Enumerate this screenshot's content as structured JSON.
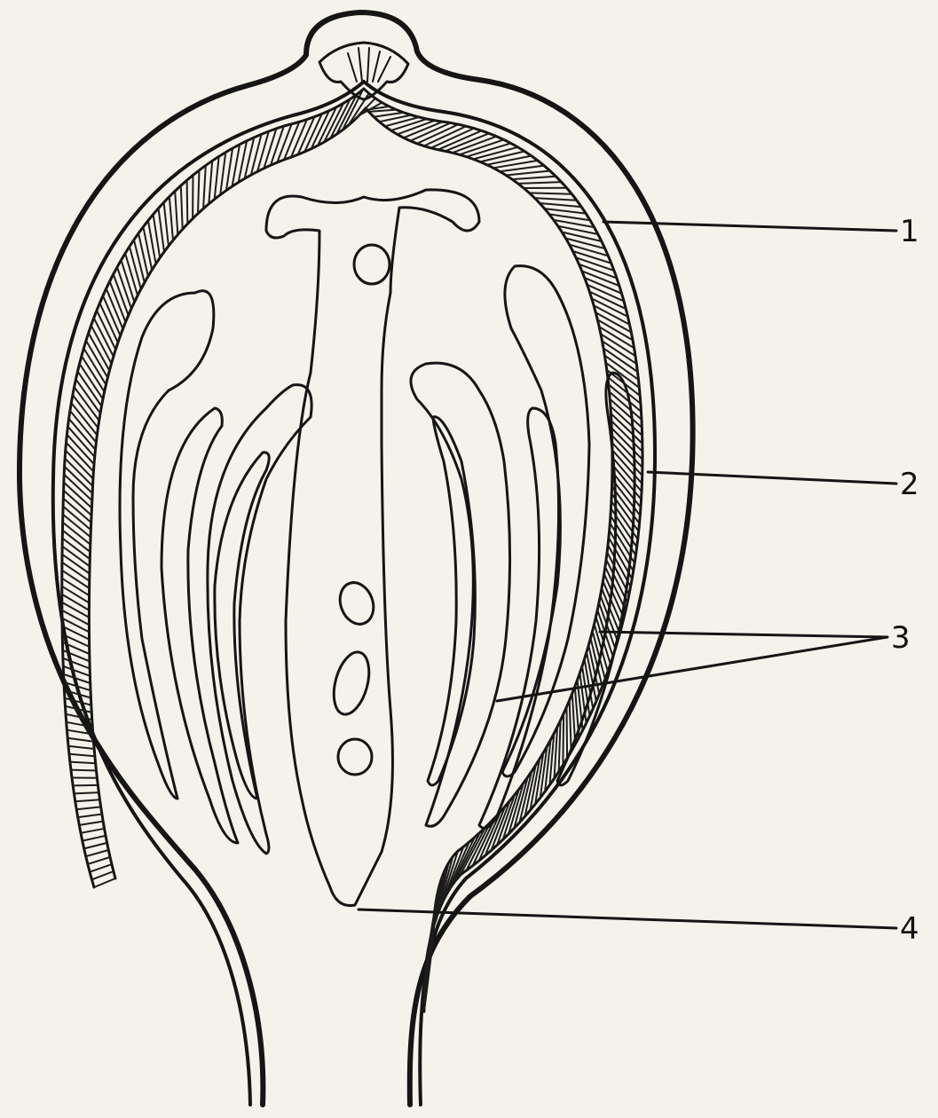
{
  "diagram": {
    "labels": [
      {
        "id": "1",
        "text": "1"
      },
      {
        "id": "2",
        "text": "2"
      },
      {
        "id": "3",
        "text": "3"
      },
      {
        "id": "4",
        "text": "4"
      }
    ],
    "colors": {
      "ink": "#151515",
      "paper": "#f4f2ea"
    }
  }
}
